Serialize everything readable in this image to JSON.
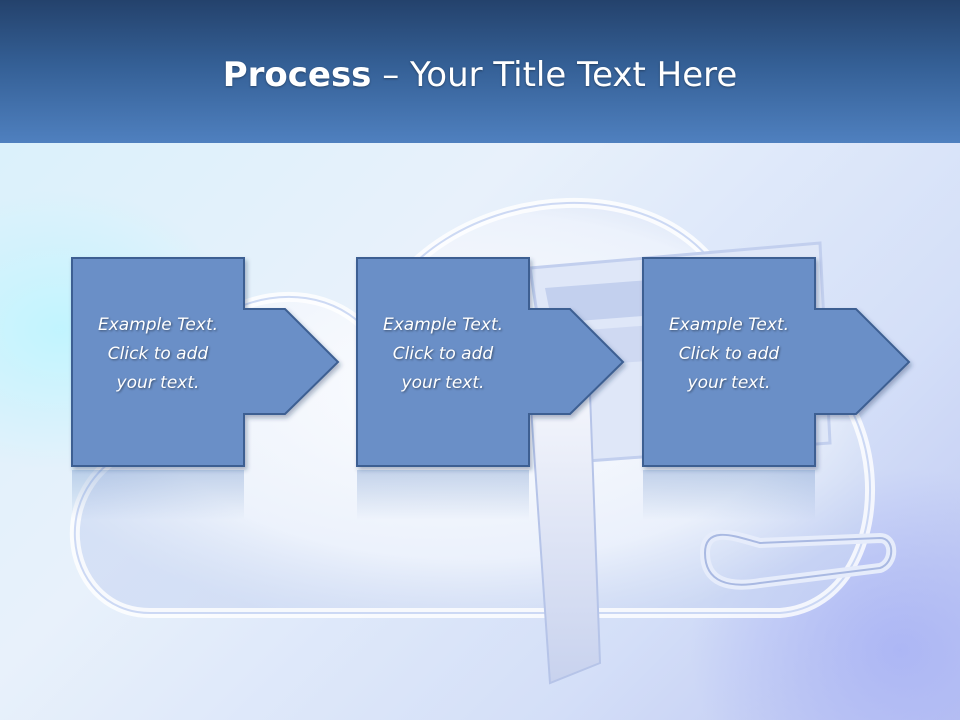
{
  "slide": {
    "title_bold": "Process",
    "title_rest": " – Your Title Text Here"
  },
  "steps": [
    {
      "text": "Example Text.\nClick  to add\nyour text."
    },
    {
      "text": "Example Text.\nClick  to add\nyour text."
    },
    {
      "text": "Example Text.\nClick  to add\nyour text."
    }
  ],
  "colors": {
    "title_bar_top": "#24426c",
    "title_bar_bottom": "#4f80bf",
    "box_fill": "#6a8fc7",
    "box_stroke": "#3d5f92",
    "title_text": "#ffffff"
  }
}
